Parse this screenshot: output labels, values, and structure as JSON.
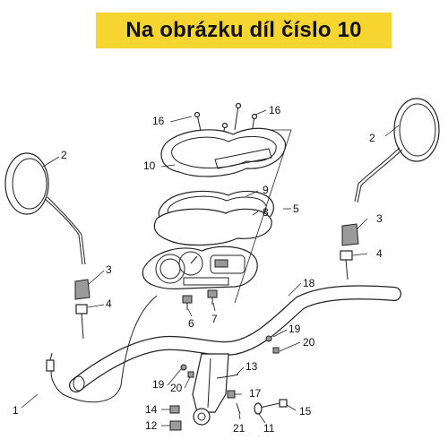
{
  "banner": {
    "text": "Na obrázku díl číslo 10",
    "color": "#f7d531"
  },
  "callouts": {
    "c1": "1",
    "c2a": "2",
    "c2b": "2",
    "c3a": "3",
    "c3b": "3",
    "c4a": "4",
    "c4b": "4",
    "c5": "5",
    "c6": "6",
    "c7": "7",
    "c8": "8",
    "c9": "9",
    "c10": "10",
    "c11": "11",
    "c12": "12",
    "c13": "13",
    "c14": "14",
    "c15": "15",
    "c16a": "16",
    "c16b": "16",
    "c17": "17",
    "c18": "18",
    "c19a": "19",
    "c19b": "19",
    "c20a": "20",
    "c20b": "20",
    "c21": "21"
  }
}
